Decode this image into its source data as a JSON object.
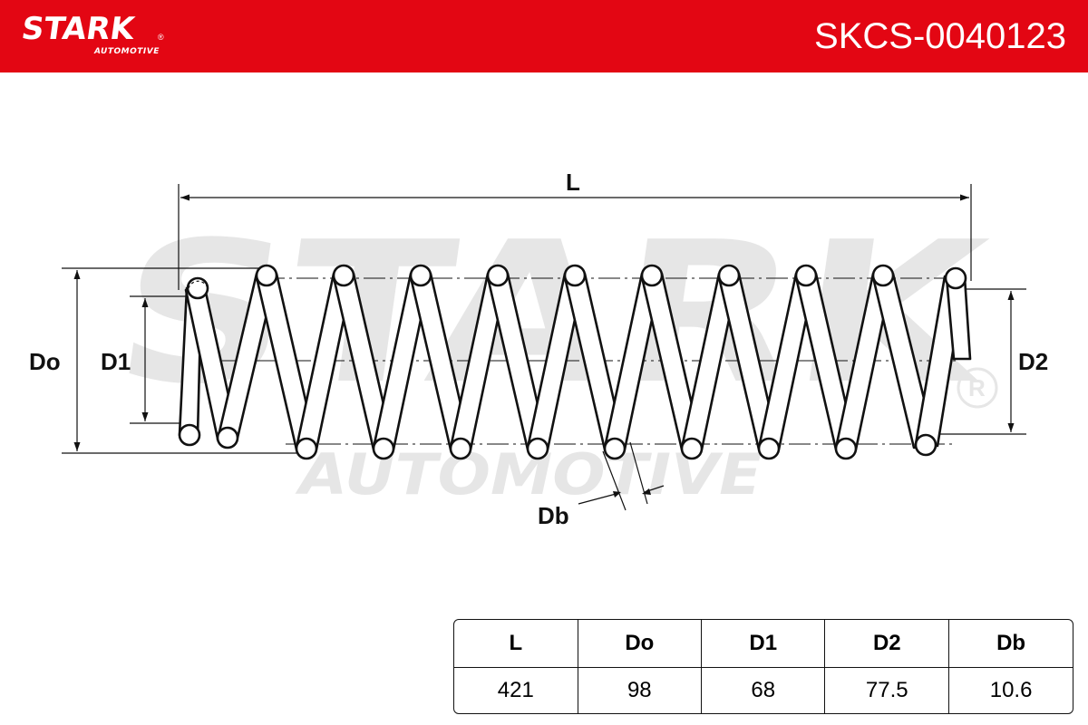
{
  "header": {
    "brand": "STARK",
    "brand_sub": "AUTOMOTIVE",
    "part_number": "SKCS-0040123",
    "color": "#e30613"
  },
  "watermark": {
    "main": "STARK",
    "sub": "AUTOMOTIVE"
  },
  "diagram": {
    "label_L": "L",
    "label_Do": "Do",
    "label_D1": "D1",
    "label_D2": "D2",
    "label_Db": "Db"
  },
  "spec_table": {
    "headers": [
      "L",
      "Do",
      "D1",
      "D2",
      "Db"
    ],
    "values": [
      "421",
      "98",
      "68",
      "77.5",
      "10.6"
    ]
  }
}
